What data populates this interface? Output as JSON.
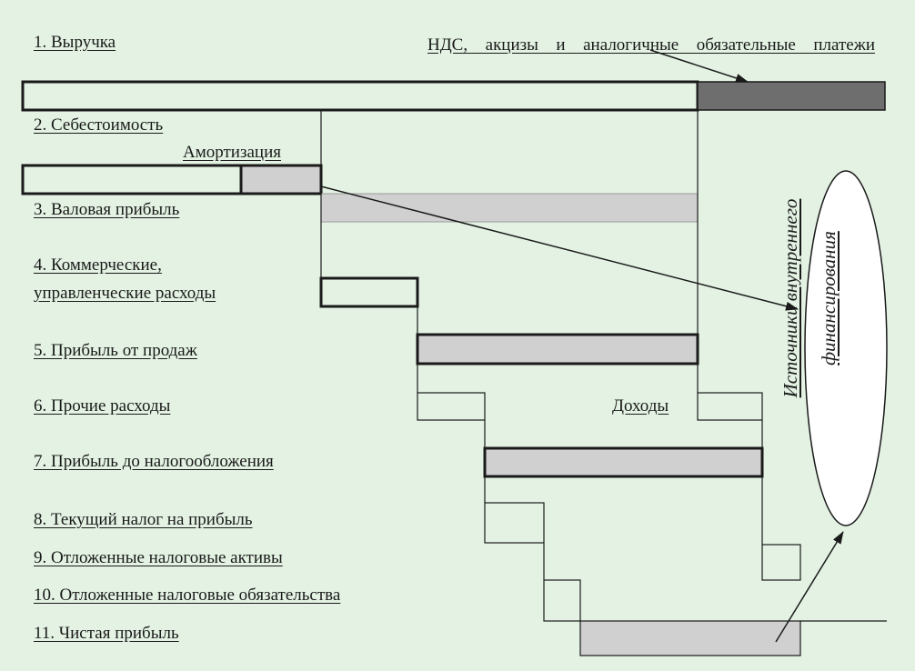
{
  "rows": [
    "1. Выручка",
    "2. Себестоимость",
    "3. Валовая прибыль",
    "4. Коммерческие,",
    "управленческие расходы",
    "5. Прибыль от продаж",
    "6. Прочие расходы",
    "7. Прибыль до налогообложения",
    "8. Текущий налог на прибыль",
    "9. Отложенные налоговые активы",
    "10. Отложенные налоговые обязательства",
    "11. Чистая прибыль"
  ],
  "side_labels": {
    "vat": "НДС, акцизы и аналогичные обязательные платежи",
    "depreciation": "Амортизация",
    "income": "Доходы"
  },
  "oval": {
    "line1": "Источники внутреннего",
    "line2": "финансирования"
  },
  "colors": {
    "background": "#e3f2e3",
    "light_fill": "#d0d0d0",
    "dark_fill": "#6e6e6e",
    "stroke": "#1a1a1a"
  }
}
